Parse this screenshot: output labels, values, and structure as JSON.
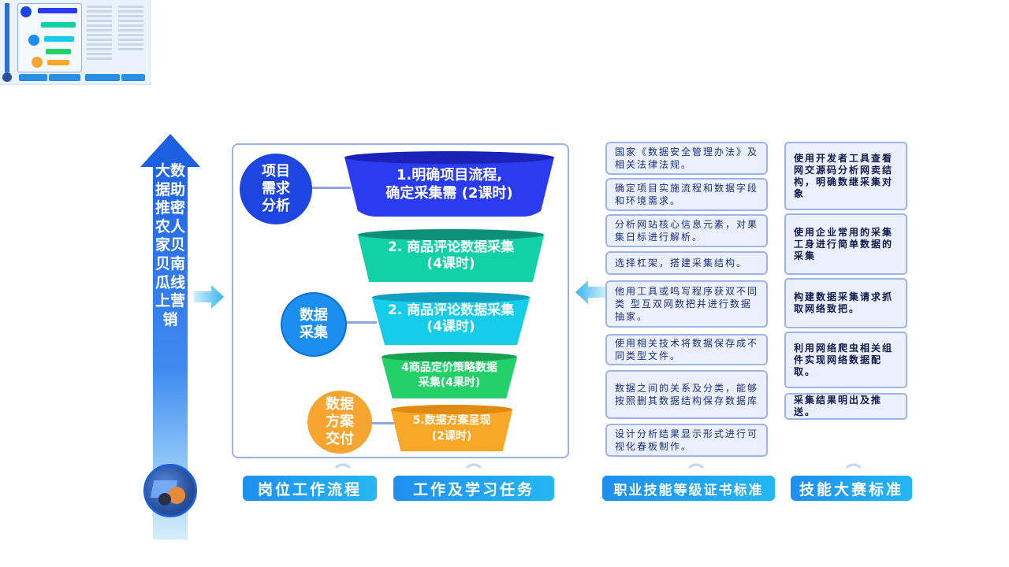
{
  "title": "大数据助推密农人家贝贝南瓜线上营销",
  "stages": [
    {
      "label": "项目\n需求\n分析",
      "color": "#1d46e0"
    },
    {
      "label": "数据\n采集",
      "color": "#1c8ef0"
    },
    {
      "label": "数据\n方案\n交付",
      "color": "#f6a531"
    }
  ],
  "tasks": [
    {
      "label": "1.明确项目流程,\n确定采集需 (2课时)",
      "color": "#2a3bf0"
    },
    {
      "label": "2. 商品评论数据采集\n(4课时)",
      "color": "#12d1a6"
    },
    {
      "label": "2. 商品评论数据采集\n(4课时)",
      "color": "#16cde9"
    },
    {
      "label": "4商品定价策略数据\n采集(4果时)",
      "color": "#23d069"
    },
    {
      "label": "5.数据方案呈现\n(2课时)",
      "color": "#f9a726"
    }
  ],
  "cert_standards": [
    "国家《数据安全管理办法》及相关法律法规。",
    "确定项目实施流程和数据字段和环境需求。",
    "分析网站核心信息元素，对果集日标进行解析。",
    "选择杠架，搭建采集结构。",
    "他用工具或鸣写程序获双不同类 型互双网数把并进行数据抽家。",
    "使用相关技术将数据保存成不同类型文件。",
    "数据之间的关系及分类，能够按照删其数据结构保存数据库",
    "设计分析结果显示形式进行可视化春板制作。"
  ],
  "competition_standards": [
    "使用开发者工具查看网交源码分析网卖结构，明确数继采集对象",
    "使用企业常用的采集工身进行简单数据的采集",
    "构建数据采集请求抓取网络致把。",
    "利用网络爬虫相关组件实现网络数据配取。",
    "采集结果明出及推送。"
  ],
  "tabs": {
    "workflow": "岗位工作流程",
    "tasks": "工作及学习任务",
    "cert": "职业技能等级证书标准",
    "competition": "技能大赛标准"
  },
  "icons": [
    "up-arrow-icon",
    "right-chevron-icon",
    "left-chevron-icon",
    "logo-icon",
    "caret-up-icon"
  ]
}
